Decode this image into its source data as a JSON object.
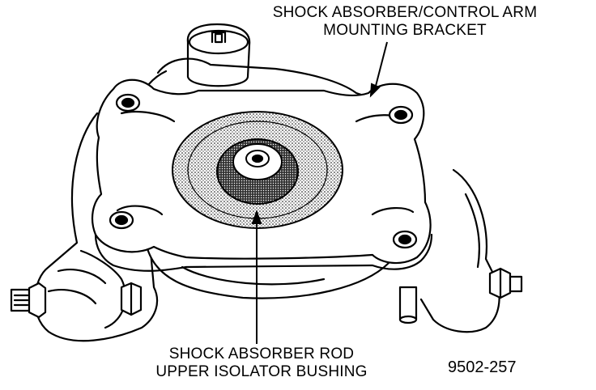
{
  "labels": {
    "bracket": {
      "line1": "SHOCK ABSORBER/CONTROL ARM",
      "line2": "MOUNTING BRACKET"
    },
    "bushing": {
      "line1": "SHOCK ABSORBER ROD",
      "line2": "UPPER ISOLATOR BUSHING"
    }
  },
  "figure_number": "9502-257"
}
